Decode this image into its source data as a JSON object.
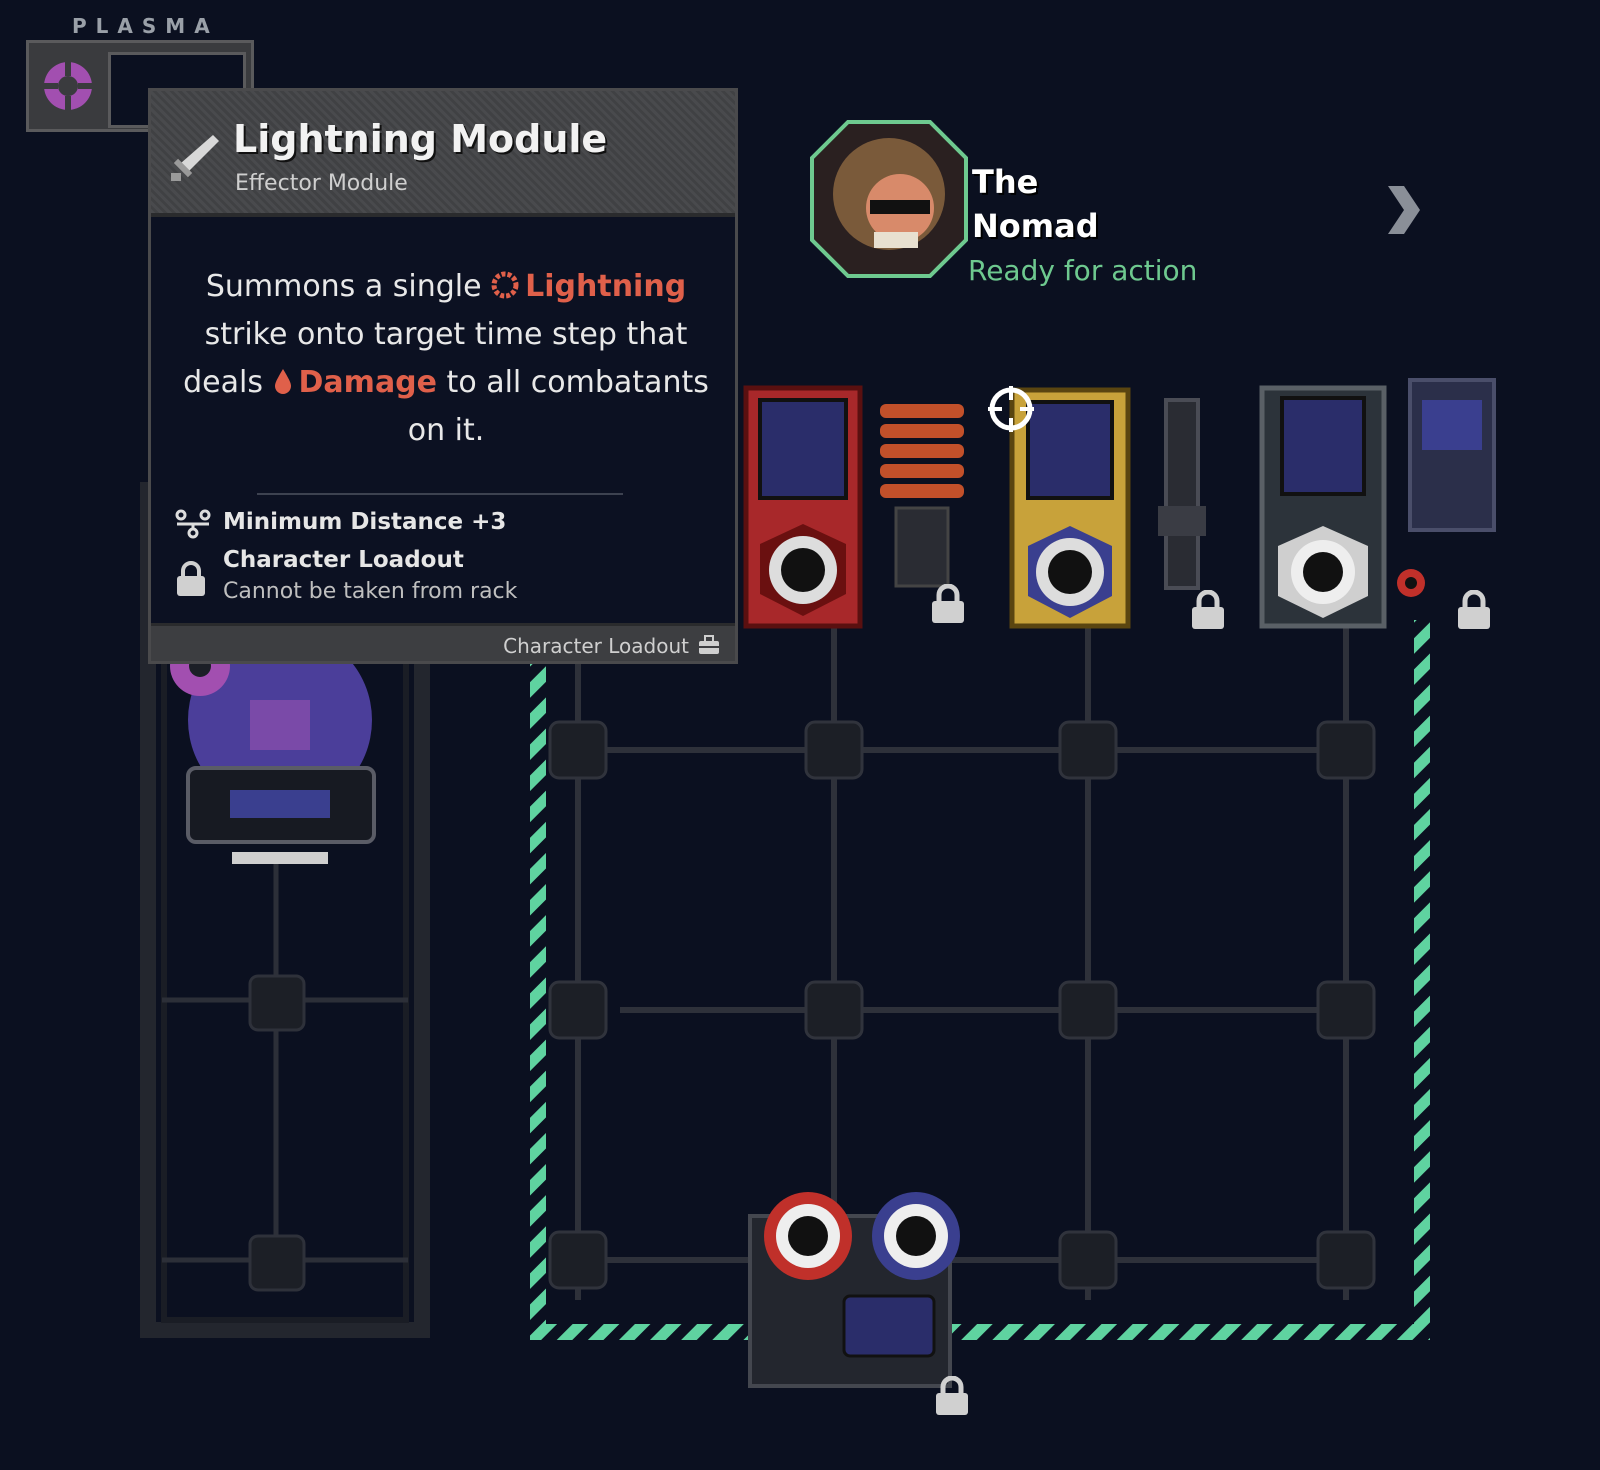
{
  "resource": {
    "label": "PLASMA",
    "icon": "plasma-crosshair-icon"
  },
  "tooltip": {
    "title": "Lightning Module",
    "subtitle": "Effector Module",
    "icon": "sword-icon",
    "desc_part1": "Summons a single ",
    "keyword_lightning": "Lightning",
    "desc_part2": " strike onto target time step that deals ",
    "keyword_damage": "Damage",
    "desc_part3": " to all combatants on it.",
    "stat": "Minimum Distance +3",
    "loadout_title": "Character Loadout",
    "loadout_sub": "Cannot be taken from rack",
    "footer": "Character Loadout"
  },
  "character": {
    "name_line1": "The",
    "name_line2": "Nomad",
    "status": "Ready for action"
  },
  "colors": {
    "accent_green": "#6ec98f",
    "keyword_red": "#e0604a",
    "hazard_green": "#5fd3a0",
    "port_red": "#c0302a",
    "port_blue": "#3a3f8f",
    "module_gold": "#c8a23a"
  }
}
